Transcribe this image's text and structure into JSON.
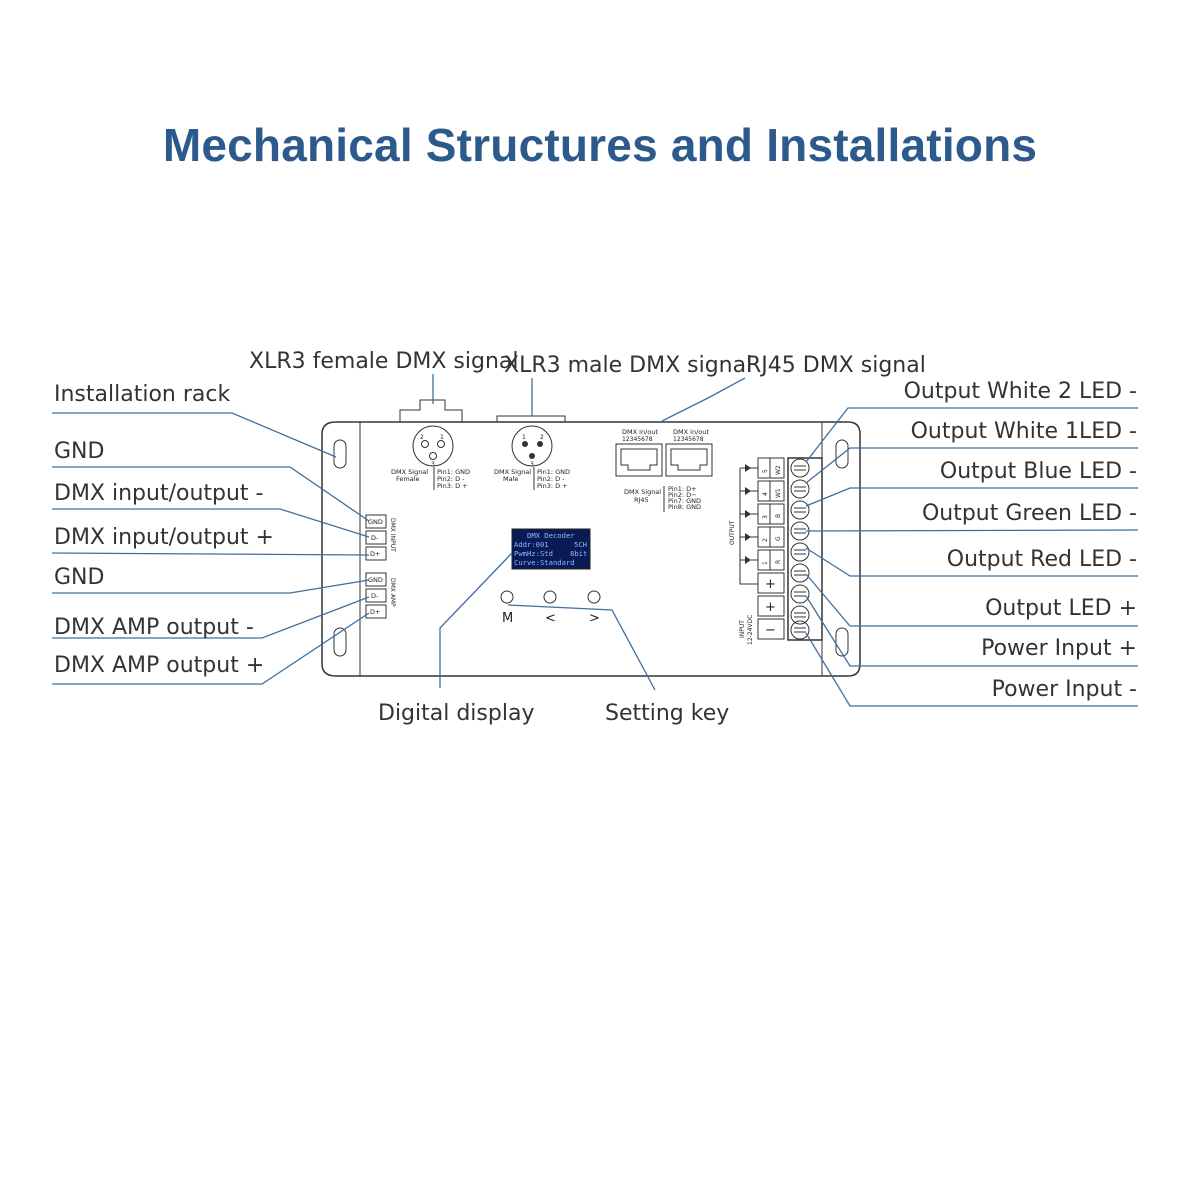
{
  "title": "Mechanical Structures and Installations",
  "colors": {
    "title": "#2c5a8c",
    "callout_line": "#3f6f9f",
    "drawing": "#333333",
    "display_bg": "#0a1a55",
    "display_text": "#8fb7ff"
  },
  "callouts": {
    "xlr3_female": "XLR3 female DMX signal",
    "xlr3_male": "XLR3 male DMX signal",
    "rj45": "RJ45 DMX signal",
    "installation_rack": "Installation rack",
    "gnd_1": "GND",
    "dmx_io_minus": "DMX input/output -",
    "dmx_io_plus": "DMX input/output +",
    "gnd_2": "GND",
    "dmx_amp_minus": "DMX AMP output -",
    "dmx_amp_plus": "DMX AMP output +",
    "digital_display": "Digital display",
    "setting_key": "Setting key",
    "out_w2": "Output White 2 LED -",
    "out_w1": "Output White 1LED -",
    "out_blue": "Output Blue LED -",
    "out_green": "Output Green LED -",
    "out_red": "Output Red LED -",
    "out_led_plus": "Output LED +",
    "power_plus": "Power Input +",
    "power_minus": "Power Input -"
  },
  "device": {
    "xlr_female": {
      "name": "DMX Signal",
      "type": "Female",
      "pin1": "Pin1: GND",
      "pin2": "Pin2: D -",
      "pin3": "Pin3: D +",
      "n1": "1",
      "n2": "2",
      "n3": "3"
    },
    "xlr_male": {
      "name": "DMX Signal",
      "type": "Male",
      "pin1": "Pin1: GND",
      "pin2": "Pin2: D -",
      "pin3": "Pin3: D +",
      "n1": "1",
      "n2": "2",
      "n3": "3"
    },
    "rj45": {
      "port_label": "DMX in/out",
      "pin_numbers": "12345678",
      "name": "DMX Signal",
      "type": "RJ45",
      "pin1": "Pin1: D+",
      "pin2": "Pin2: D−",
      "pin7": "Pin7: GND",
      "pin8": "Pin8: GND"
    },
    "dmx_input_block": {
      "label": "DMX INPUT",
      "pins": [
        "GND",
        "D-",
        "D+"
      ]
    },
    "dmx_amp_block": {
      "label": "DMX AMP",
      "pins": [
        "GND",
        "D-",
        "D+"
      ]
    },
    "display": {
      "line1": "DMX Decoder",
      "line2a": "Addr:001",
      "line2b": "5CH",
      "line3a": "PwmHz:Std",
      "line3b": "8bit",
      "line4": "Curve:Standard"
    },
    "keys": [
      "M",
      "<",
      ">"
    ],
    "output_terminals": {
      "label": "OUTPUT",
      "channels": [
        "W2",
        "W1",
        "B",
        "G",
        "R"
      ],
      "numbers": [
        "5",
        "4",
        "3",
        "2",
        "1"
      ],
      "common": "+"
    },
    "input_terminals": {
      "label": "INPUT",
      "voltage": "12-24VDC",
      "plus": "+",
      "minus": "−"
    }
  }
}
